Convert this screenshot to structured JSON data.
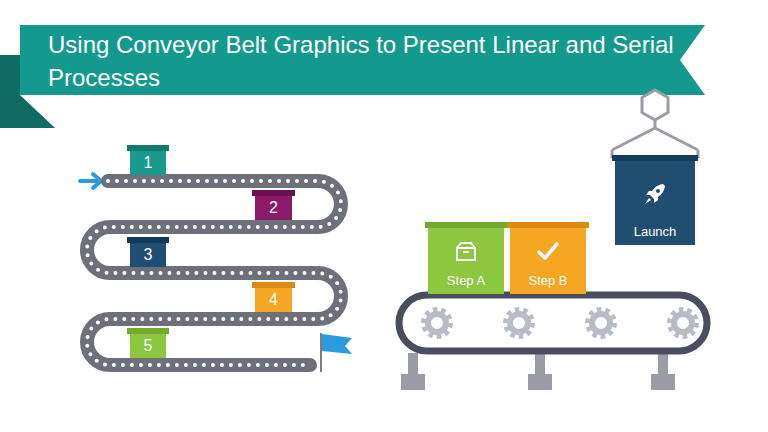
{
  "diagram": {
    "title": "Using Conveyor Belt Graphics to Present Linear and Serial Processes",
    "nodes": [
      {
        "text": [
          "1"
        ]
      },
      {
        "text": [
          "2"
        ]
      },
      {
        "text": [
          "3"
        ]
      },
      {
        "text": [
          "4"
        ]
      },
      {
        "text": [
          "5"
        ]
      },
      {
        "text": [
          "Step A"
        ]
      },
      {
        "text": [
          "Step B"
        ]
      },
      {
        "text": [
          "Launch"
        ]
      }
    ]
  }
}
